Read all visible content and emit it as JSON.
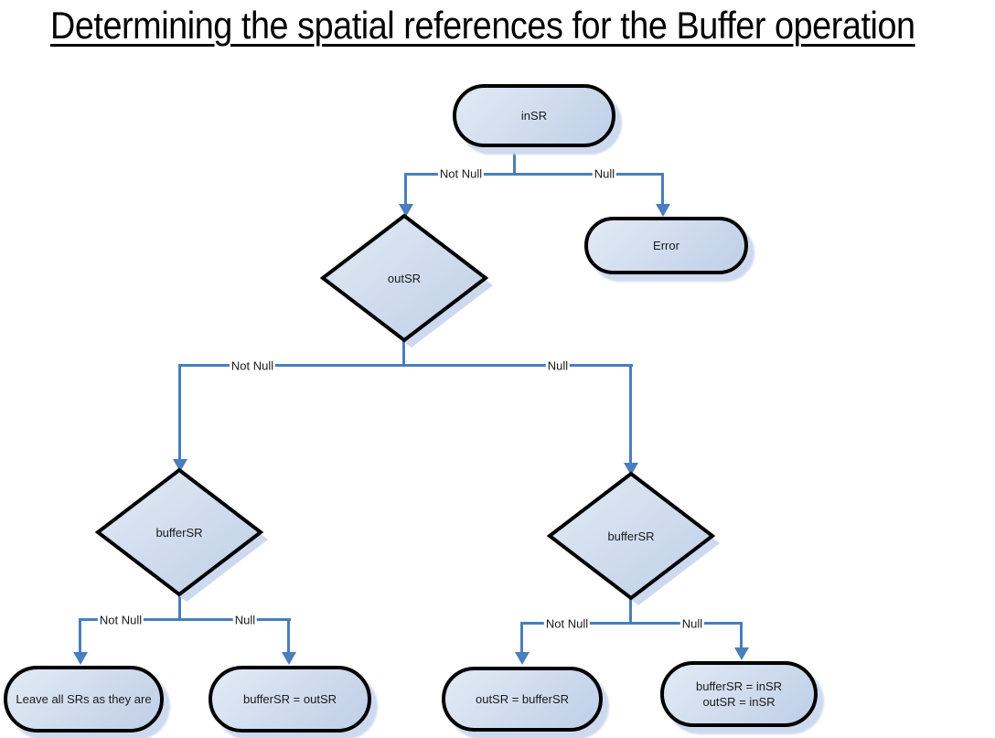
{
  "title": "Determining the spatial references for the Buffer operation",
  "colors": {
    "line": "#4a7ebc",
    "node_border": "#000000",
    "fill_top": "#e2eaf5",
    "fill_bottom": "#bfcfe7",
    "shadow": "#cdd9ee",
    "text": "#1a1a1a",
    "background": "#ffffff"
  },
  "nodes": {
    "insr": {
      "label": "inSR",
      "type": "terminator"
    },
    "error": {
      "label": "Error",
      "type": "terminator"
    },
    "outsr": {
      "label": "outSR",
      "type": "decision"
    },
    "buffersr_left": {
      "label": "bufferSR",
      "type": "decision"
    },
    "buffersr_right": {
      "label": "bufferSR",
      "type": "decision"
    },
    "leave_all": {
      "label": "Leave all SRs as they are",
      "type": "terminator"
    },
    "buffersr_eq_outsr": {
      "label": "bufferSR = outSR",
      "type": "terminator"
    },
    "outsr_eq_buffersr": {
      "label": "outSR = bufferSR",
      "type": "terminator"
    },
    "buffersr_insr_combo": {
      "line1": "bufferSR = inSR",
      "line2": "outSR = inSR",
      "type": "terminator"
    }
  },
  "edge_labels": {
    "insr_not_null": "Not Null",
    "insr_null": "Null",
    "outsr_not_null": "Not Null",
    "outsr_null": "Null",
    "buffersr_left_not_null": "Not Null",
    "buffersr_left_null": "Null",
    "buffersr_right_not_null": "Not Null",
    "buffersr_right_null": "Null"
  }
}
